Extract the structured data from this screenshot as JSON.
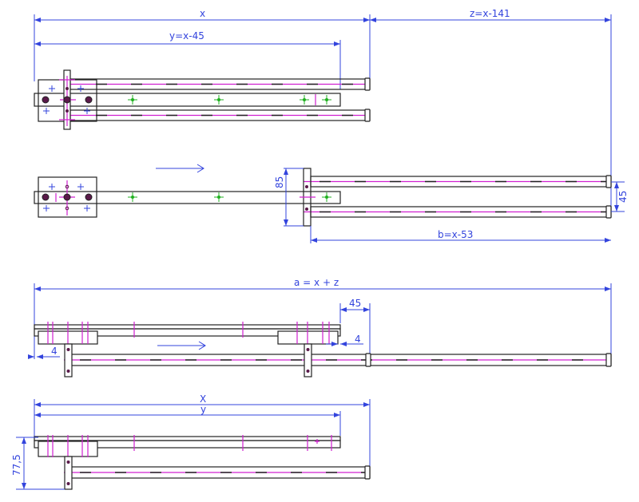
{
  "dimensions": {
    "x": "x",
    "z": "z=x-141",
    "y": "y=x-45",
    "h85": "85",
    "h45": "45",
    "b": "b=x-53",
    "a": "a = x + z",
    "g45": "45",
    "gap4_left": "4",
    "gap4_right": "4",
    "X_upper": "X",
    "y_lower": "y",
    "h77": "77,5"
  },
  "colors": {
    "dimension": "#3344dd",
    "centerline": "#d020d0",
    "holes": "#20b020",
    "outline": "#222222"
  }
}
